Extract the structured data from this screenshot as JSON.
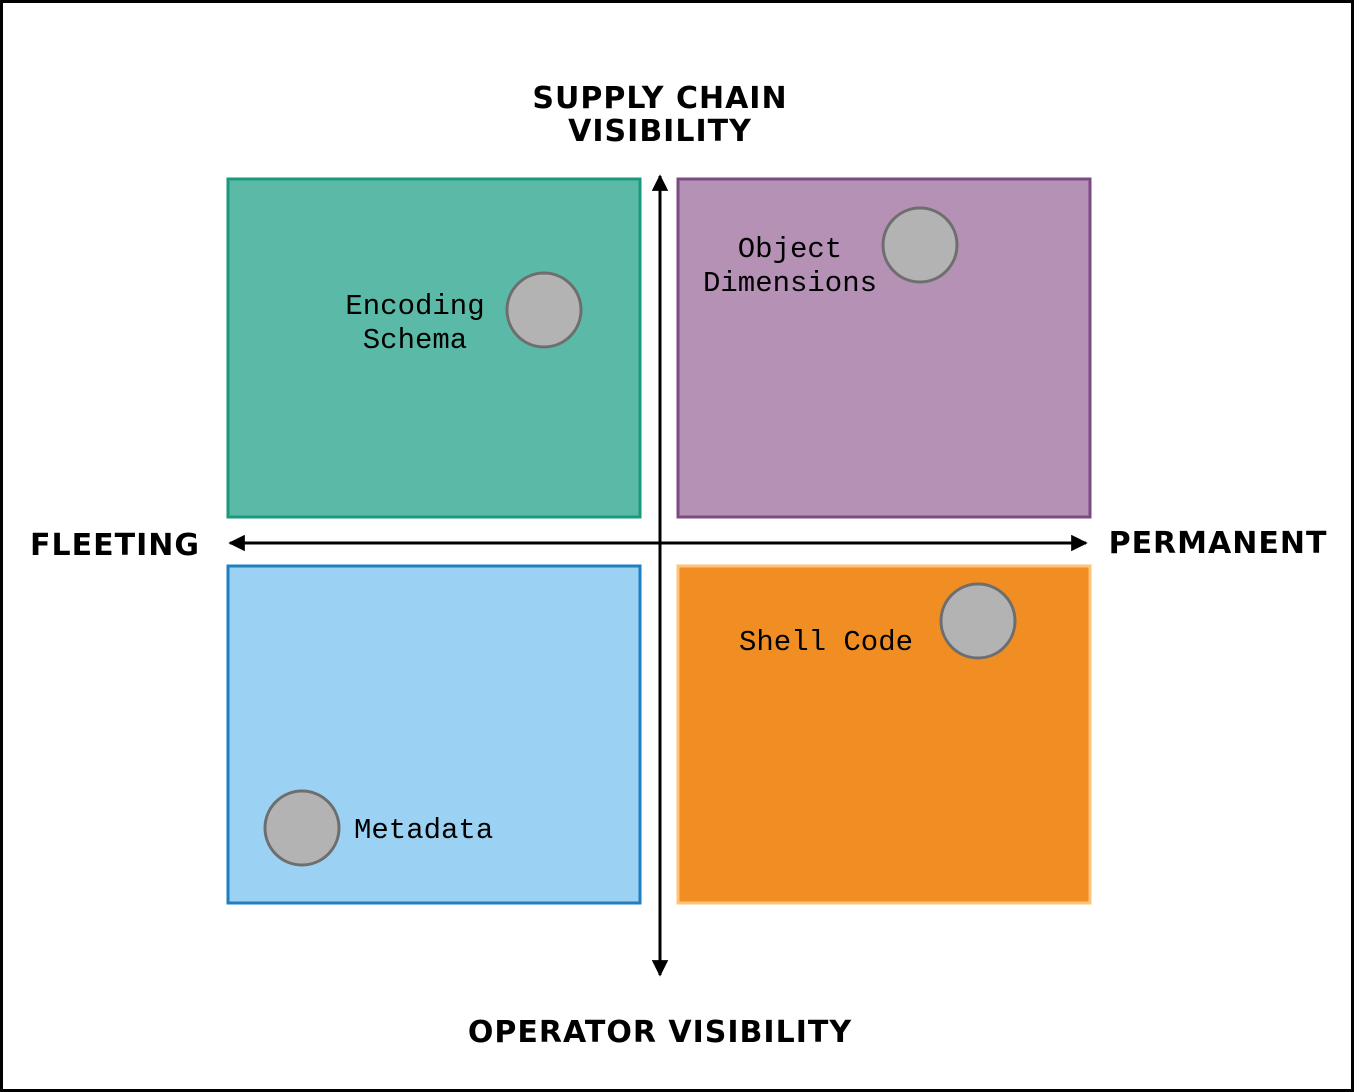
{
  "axes": {
    "top": [
      "SUPPLY CHAIN",
      "VISIBILITY"
    ],
    "bottom": "OPERATOR VISIBILITY",
    "left": "FLEETING",
    "right": "PERMANENT"
  },
  "quadrants": {
    "top_left": {
      "fill": "#5ABAA7",
      "stroke": "#1A9A7D",
      "label": [
        "Encoding",
        "Schema"
      ]
    },
    "top_right": {
      "fill": "#B491B5",
      "stroke": "#7C4A82",
      "label": [
        "Object",
        "Dimensions"
      ]
    },
    "bottom_left": {
      "fill": "#9BD1F2",
      "stroke": "#1F7FC0",
      "label": [
        "Metadata"
      ]
    },
    "bottom_right": {
      "fill": "#F08E24",
      "stroke": "#FDC377",
      "label": [
        "Shell Code"
      ]
    }
  },
  "marker": {
    "fill": "#B3B3B3",
    "stroke": "#6E6E6E"
  }
}
